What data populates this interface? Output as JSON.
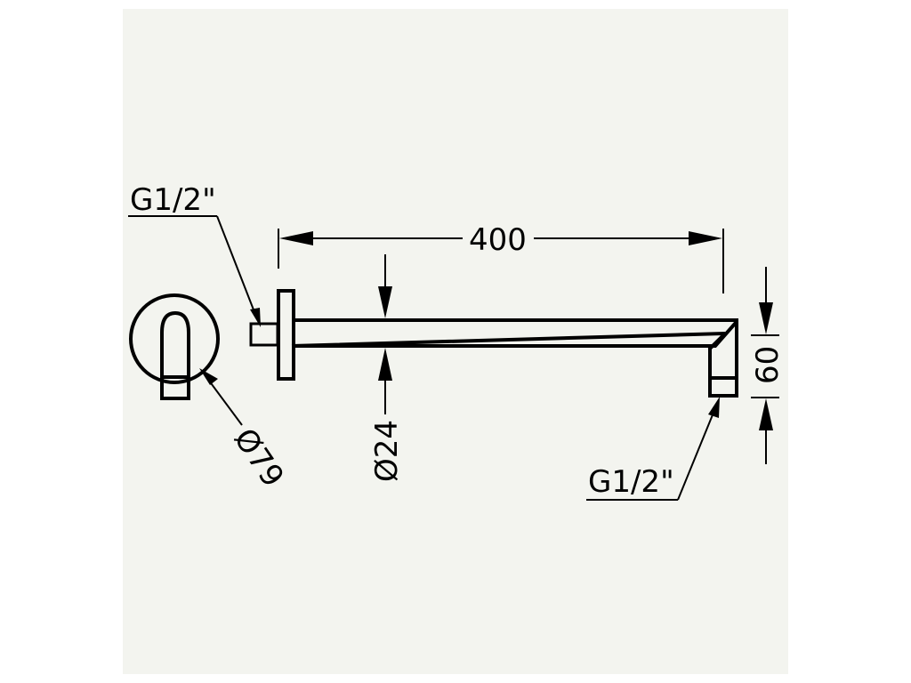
{
  "labels": {
    "inlet_thread": "G1/2\"",
    "flange_diameter": "Ø79",
    "length": "400",
    "pipe_diameter": "Ø24",
    "drop": "60",
    "outlet_thread": "G1/2\""
  },
  "colors": {
    "background": "#f3f4ef",
    "line": "#000000"
  }
}
